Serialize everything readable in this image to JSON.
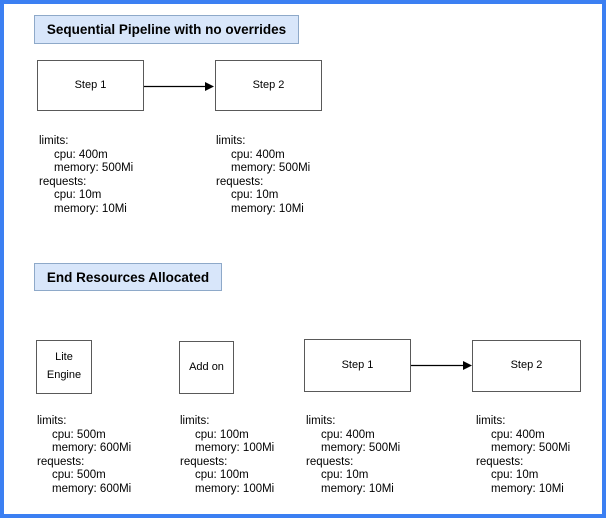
{
  "colors": {
    "canvas-border": "#3b7ff2",
    "title-fill": "#d8e6fa",
    "title-stroke": "#8ea9c9",
    "node-stroke": "#595959",
    "arrow": "#000000",
    "text": "#000000"
  },
  "section1": {
    "title": "Sequential Pipeline with no overrides",
    "nodes": [
      {
        "label": "Step 1"
      },
      {
        "label": "Step 2"
      }
    ],
    "resources": [
      {
        "lines": [
          "limits:",
          "cpu: 400m",
          "memory: 500Mi",
          "requests:",
          "cpu: 10m",
          "memory: 10Mi"
        ]
      },
      {
        "lines": [
          "limits:",
          "cpu: 400m",
          "memory: 500Mi",
          "requests:",
          "cpu: 10m",
          "memory: 10Mi"
        ]
      }
    ]
  },
  "section2": {
    "title": "End Resources Allocated",
    "nodes": [
      {
        "label": "Lite Engine"
      },
      {
        "label": "Add on"
      },
      {
        "label": "Step 1"
      },
      {
        "label": "Step 2"
      }
    ],
    "resources": [
      {
        "lines": [
          "limits:",
          "cpu: 500m",
          "memory: 600Mi",
          "requests:",
          "cpu: 500m",
          "memory: 600Mi"
        ]
      },
      {
        "lines": [
          "limits:",
          "cpu: 100m",
          "memory: 100Mi",
          "requests:",
          "cpu: 100m",
          "memory: 100Mi"
        ]
      },
      {
        "lines": [
          "limits:",
          "cpu: 400m",
          "memory: 500Mi",
          "requests:",
          "cpu: 10m",
          "memory: 10Mi"
        ]
      },
      {
        "lines": [
          "limits:",
          "cpu: 400m",
          "memory: 500Mi",
          "requests:",
          "cpu: 10m",
          "memory: 10Mi"
        ]
      }
    ]
  }
}
